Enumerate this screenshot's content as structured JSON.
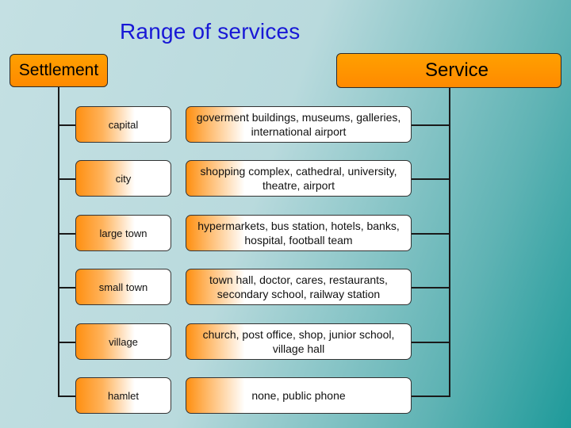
{
  "title": "Range of services",
  "headers": {
    "settlement": "Settlement",
    "service": "Service"
  },
  "rows": [
    {
      "settlement": "capital",
      "service": "goverment buildings, museums, galleries, international airport"
    },
    {
      "settlement": "city",
      "service": "shopping complex, cathedral, university, theatre, airport"
    },
    {
      "settlement": "large town",
      "service": "hypermarkets, bus station, hotels, banks, hospital, football team"
    },
    {
      "settlement": "small town",
      "service": "town hall, doctor, cares, restaurants, secondary school, railway station"
    },
    {
      "settlement": "village",
      "service": "church, post office, shop, junior school, village hall"
    },
    {
      "settlement": "hamlet",
      "service": "none, public phone"
    }
  ],
  "colors": {
    "title": "#1818d6",
    "header_fill": "#ff9500",
    "box_accent": "#ff8f10"
  }
}
